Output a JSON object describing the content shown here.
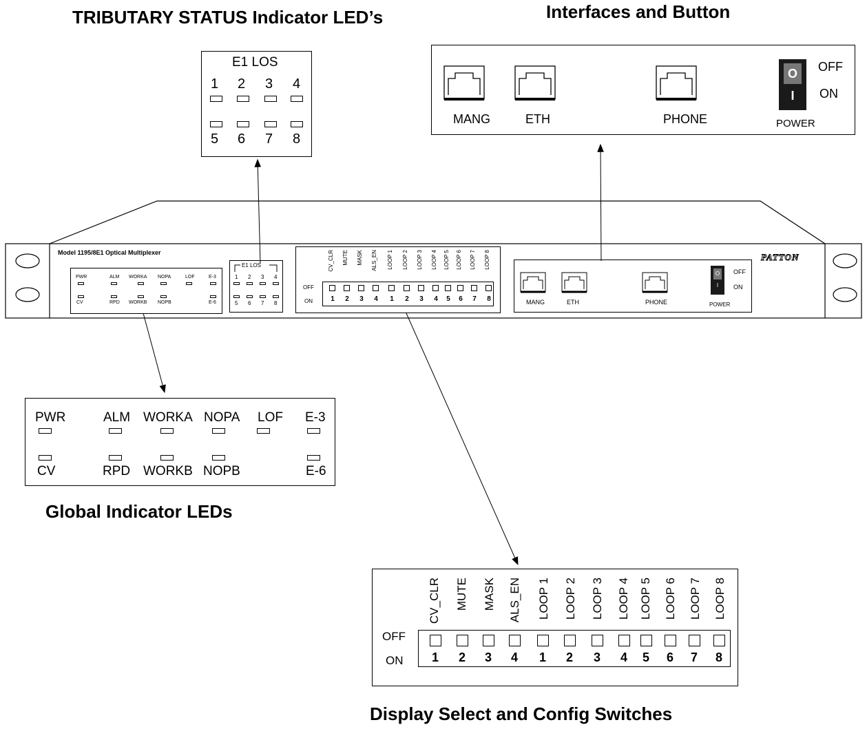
{
  "headings": {
    "tributary_bold": "TRIBUTARY STATUS",
    "tributary_rest": " Indicator LED’s",
    "interfaces": "Interfaces and Button",
    "global": "Global Indicator LEDs",
    "display": "Display Select and Config Switches"
  },
  "e1_los": {
    "label": "E1 LOS",
    "top_numbers": [
      "1",
      "2",
      "3",
      "4"
    ],
    "bottom_numbers": [
      "5",
      "6",
      "7",
      "8"
    ]
  },
  "interfaces": {
    "ports": [
      "MANG",
      "ETH",
      "PHONE"
    ],
    "power_label": "POWER",
    "off_label": "OFF",
    "on_label": "ON",
    "switch_top": "O",
    "switch_bottom": "I"
  },
  "device": {
    "model": "Model 1195/8E1 Optical Multiplexer",
    "brand": "PATTON"
  },
  "global_leds": {
    "top": [
      "PWR",
      "ALM",
      "WORKA",
      "NOPA",
      "LOF",
      "E-3"
    ],
    "bottom": [
      "CV",
      "RPD",
      "WORKB",
      "NOPB",
      "E-6"
    ]
  },
  "switches": {
    "labels": [
      "CV_CLR",
      "MUTE",
      "MASK",
      "ALS_EN",
      "LOOP 1",
      "LOOP 2",
      "LOOP 3",
      "LOOP 4",
      "LOOP 5",
      "LOOP 6",
      "LOOP 7",
      "LOOP 8"
    ],
    "numbers": [
      "1",
      "2",
      "3",
      "4",
      "1",
      "2",
      "3",
      "4",
      "5",
      "6",
      "7",
      "8"
    ],
    "off_label": "OFF",
    "on_label": "ON"
  }
}
